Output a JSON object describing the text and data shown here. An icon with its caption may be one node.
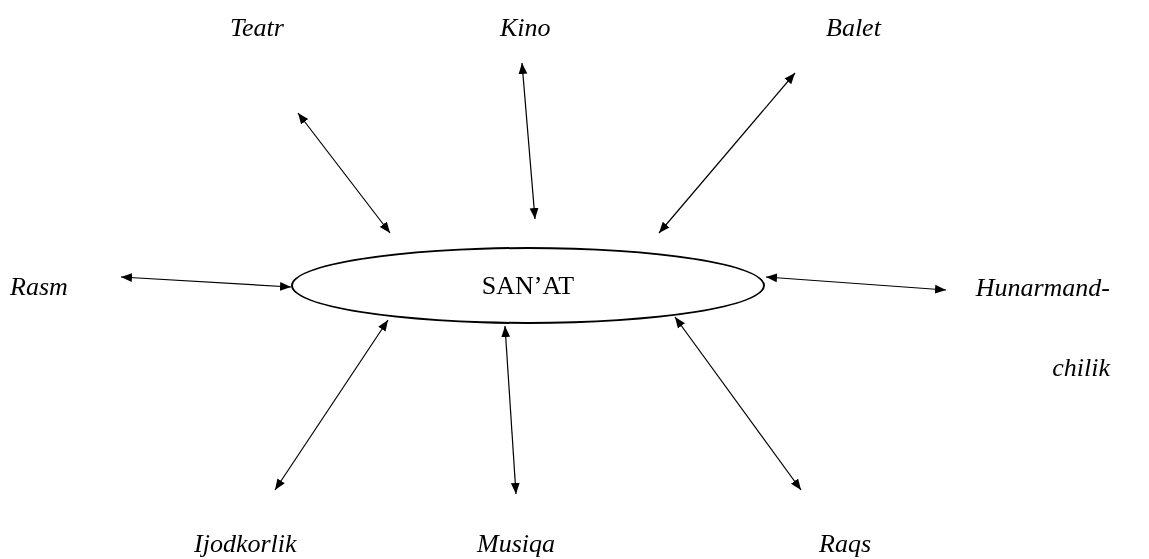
{
  "diagram": {
    "nodes": [
      {
        "text": [
          "Teatr"
        ]
      },
      {
        "text": [
          "Kino"
        ]
      },
      {
        "text": [
          "Balet"
        ]
      },
      {
        "text": [
          "Rasm"
        ]
      },
      {
        "text": [
          "SAN’AT"
        ]
      },
      {
        "text": [
          "Hunarmand- chilik"
        ]
      },
      {
        "text": [
          "Ijodkorlik"
        ]
      },
      {
        "text": [
          "Musiqa"
        ]
      },
      {
        "text": [
          "Raqs"
        ]
      }
    ],
    "edges": [
      {
        "from": 4,
        "to": 0,
        "arrow": "both"
      },
      {
        "from": 4,
        "to": 1,
        "arrow": "both"
      },
      {
        "from": 4,
        "to": 2,
        "arrow": "both"
      },
      {
        "from": 4,
        "to": 3,
        "arrow": "both"
      },
      {
        "from": 4,
        "to": 5,
        "arrow": "both"
      },
      {
        "from": 4,
        "to": 6,
        "arrow": "both"
      },
      {
        "from": 4,
        "to": 7,
        "arrow": "both"
      },
      {
        "from": 4,
        "to": 8,
        "arrow": "both"
      }
    ]
  }
}
